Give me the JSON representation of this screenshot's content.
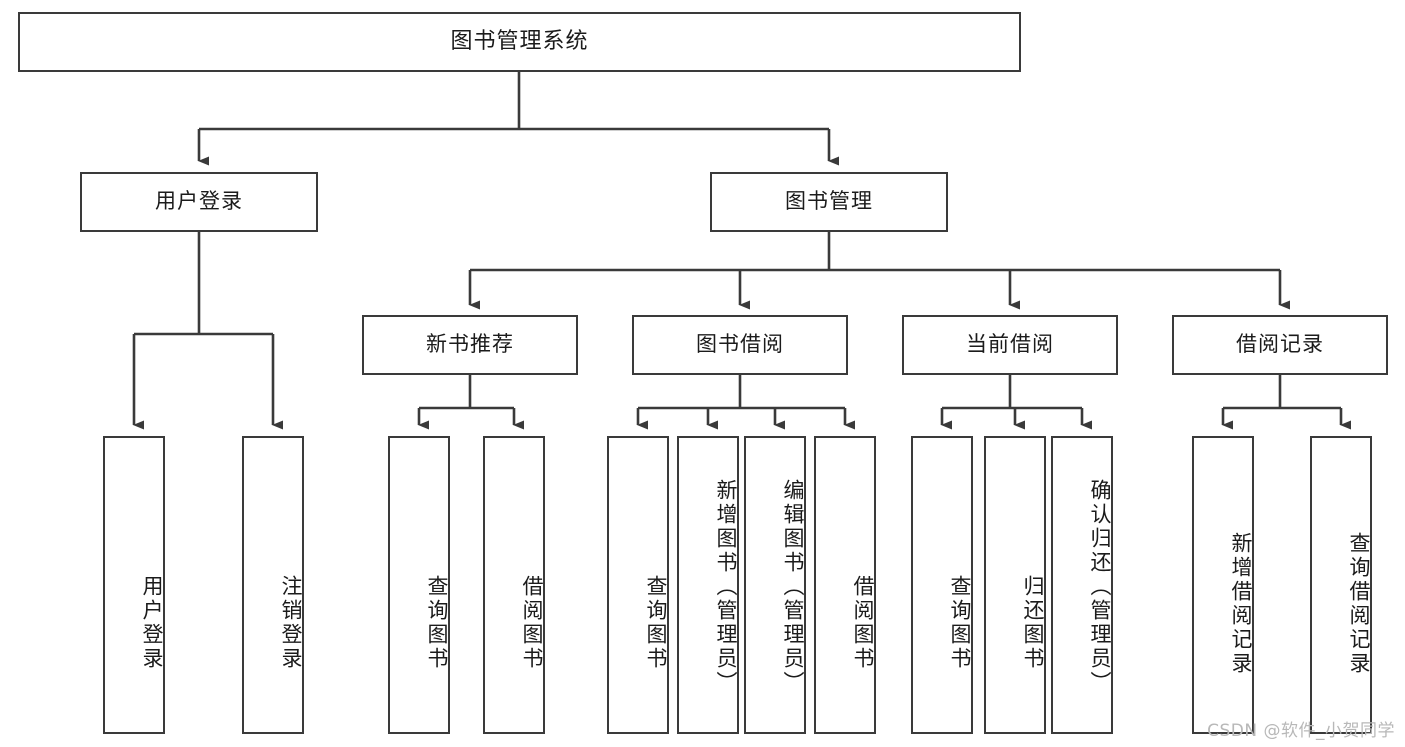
{
  "diagram": {
    "title": "图书管理系统",
    "type": "tree-hierarchy",
    "root": {
      "label": "图书管理系统"
    },
    "level2": [
      {
        "id": "user-login",
        "label": "用户登录"
      },
      {
        "id": "book-management",
        "label": "图书管理"
      }
    ],
    "level3": [
      {
        "id": "new-book-recommend",
        "label": "新书推荐",
        "parent": "book-management"
      },
      {
        "id": "book-borrow",
        "label": "图书借阅",
        "parent": "book-management"
      },
      {
        "id": "current-borrow",
        "label": "当前借阅",
        "parent": "book-management"
      },
      {
        "id": "borrow-record",
        "label": "借阅记录",
        "parent": "book-management"
      }
    ],
    "leaves": [
      {
        "id": "leaf-user-login",
        "label": "用户登录",
        "parent": "user-login"
      },
      {
        "id": "leaf-logout-login",
        "label": "注销登录",
        "parent": "user-login"
      },
      {
        "id": "leaf-query-book-1",
        "label": "查询图书",
        "parent": "new-book-recommend"
      },
      {
        "id": "leaf-borrow-book-1",
        "label": "借阅图书",
        "parent": "new-book-recommend"
      },
      {
        "id": "leaf-query-book-2",
        "label": "查询图书",
        "parent": "book-borrow"
      },
      {
        "id": "leaf-add-book",
        "label": "新增图书（管理员）",
        "parent": "book-borrow"
      },
      {
        "id": "leaf-edit-book",
        "label": "编辑图书（管理员）",
        "parent": "book-borrow"
      },
      {
        "id": "leaf-borrow-book-2",
        "label": "借阅图书",
        "parent": "book-borrow"
      },
      {
        "id": "leaf-query-book-3",
        "label": "查询图书",
        "parent": "current-borrow"
      },
      {
        "id": "leaf-return-book",
        "label": "归还图书",
        "parent": "current-borrow"
      },
      {
        "id": "leaf-confirm-return",
        "label": "确认归还（管理员）",
        "parent": "current-borrow"
      },
      {
        "id": "leaf-add-record",
        "label": "新增借阅记录",
        "parent": "borrow-record"
      },
      {
        "id": "leaf-query-record",
        "label": "查询借阅记录",
        "parent": "borrow-record"
      }
    ],
    "watermark": "CSDN @软件_小贺同学",
    "colors": {
      "stroke": "#3a3a3a",
      "background": "#ffffff",
      "text": "#1b1b1b",
      "watermark": "#b8b8b8"
    }
  }
}
